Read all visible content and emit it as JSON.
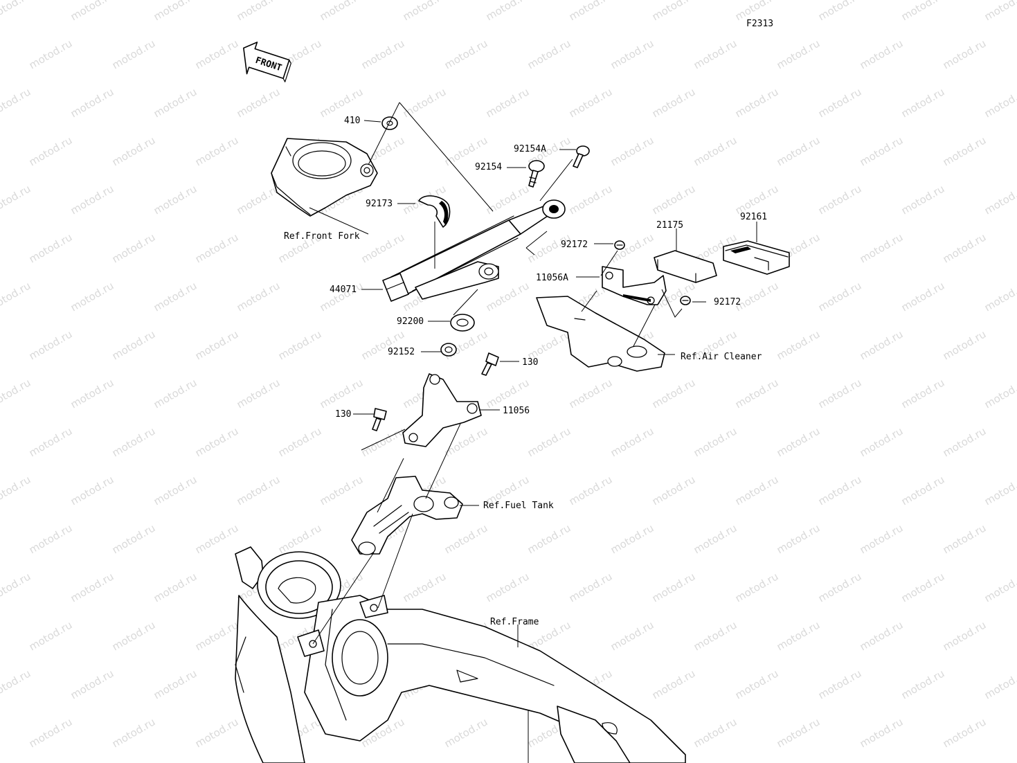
{
  "figure_code": "F2313",
  "direction_arrow": {
    "text": "FRONT",
    "icon": "front-direction-arrow-icon"
  },
  "watermark": "motod.ru",
  "callouts": {
    "p410": "410",
    "p92154A": "92154A",
    "p92154": "92154",
    "p92173": "92173",
    "ref_front_fork": "Ref.Front Fork",
    "p44071": "44071",
    "p92200": "92200",
    "p92152": "92152",
    "p130_right": "130",
    "p130_left": "130",
    "p11056": "11056",
    "p21175": "21175",
    "p92161": "92161",
    "p92172_top": "92172",
    "p11056A": "11056A",
    "p92172_bottom": "92172",
    "ref_air_cleaner": "Ref.Air Cleaner",
    "ref_fuel_tank": "Ref.Fuel Tank",
    "ref_frame": "Ref.Frame"
  },
  "colors": {
    "ink": "#000000",
    "paper": "#ffffff",
    "watermark": "#d9d9d9"
  }
}
